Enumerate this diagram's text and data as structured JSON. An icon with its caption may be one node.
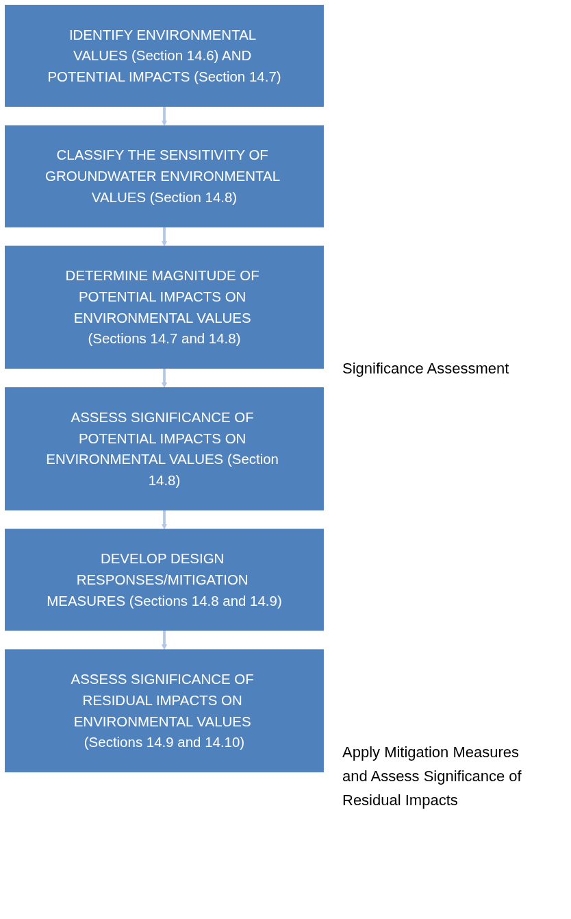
{
  "diagram": {
    "nodes": [
      {
        "text": [
          "IDENTIFY ENVIRONMENTAL VALUES (Section 14.6) AND POTENTIAL IMPACTS (Section 14.7)"
        ]
      },
      {
        "text": [
          "CLASSIFY THE SENSITIVITY OF GROUNDWATER ENVIRONMENTAL VALUES (Section 14.8)"
        ]
      },
      {
        "text": [
          "DETERMINE MAGNITUDE OF POTENTIAL IMPACTS ON ENVIRONMENTAL VALUES (Sections 14.7 and 14.8)"
        ]
      },
      {
        "text": [
          "ASSESS SIGNIFICANCE OF POTENTIAL IMPACTS ON ENVIRONMENTAL VALUES (Section 14.8)"
        ]
      },
      {
        "text": [
          "DEVELOP DESIGN RESPONSES/MITIGATION MEASURES (Sections 14.8 and 14.9)"
        ]
      },
      {
        "text": [
          "ASSESS SIGNIFICANCE OF RESIDUAL IMPACTS ON ENVIRONMENTAL VALUES (Sections 14.9 and 14.10)"
        ]
      }
    ],
    "edges": [
      {
        "from": 0,
        "to": 1,
        "arrow": "to"
      },
      {
        "from": 1,
        "to": 2,
        "arrow": "to"
      },
      {
        "from": 2,
        "to": 3,
        "arrow": "to"
      },
      {
        "from": 3,
        "to": 4,
        "arrow": "to"
      },
      {
        "from": 4,
        "to": 5,
        "arrow": "to"
      }
    ],
    "labels": [
      "Significance Assessment",
      "Apply Mitigation Measures and Assess Significance of Residual Impacts"
    ]
  }
}
